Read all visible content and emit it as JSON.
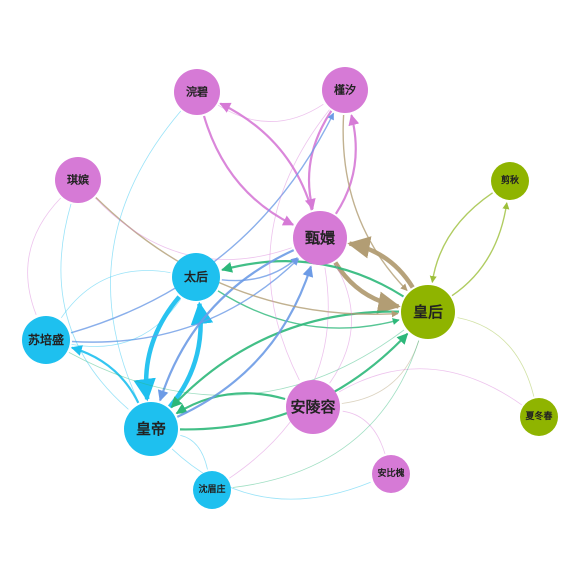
{
  "colors": {
    "emperor_side": "#1ec0ef",
    "zhenhuan_side": "#d67ad6",
    "empress_side": "#8fb400",
    "edge_green": "#2db87a",
    "edge_blue": "#6d9be6",
    "edge_tan": "#b29d74",
    "edge_lime": "#9cbf3a",
    "background": "#ffffff"
  },
  "nodes": [
    {
      "id": "wanbi",
      "label": "浣碧",
      "group": "zhenhuan_side",
      "size": "small"
    },
    {
      "id": "jinxi",
      "label": "槿汐",
      "group": "zhenhuan_side",
      "size": "small"
    },
    {
      "id": "peiyun",
      "label": "琪嫔",
      "group": "zhenhuan_side",
      "size": "small"
    },
    {
      "id": "jianqiu",
      "label": "剪秋",
      "group": "empress_side",
      "size": "xsmall"
    },
    {
      "id": "zhenhuan",
      "label": "甄嬛",
      "group": "zhenhuan_side",
      "size": "large"
    },
    {
      "id": "taihou",
      "label": "太后",
      "group": "emperor_side",
      "size": "medium"
    },
    {
      "id": "huanghou",
      "label": "皇后",
      "group": "empress_side",
      "size": "large"
    },
    {
      "id": "supeisheng",
      "label": "苏培盛",
      "group": "emperor_side",
      "size": "medium"
    },
    {
      "id": "anlingrong",
      "label": "安陵容",
      "group": "zhenhuan_side",
      "size": "large"
    },
    {
      "id": "xiadongchun",
      "label": "夏冬春",
      "group": "empress_side",
      "size": "xsmall"
    },
    {
      "id": "huangdi",
      "label": "皇帝",
      "group": "emperor_side",
      "size": "large"
    },
    {
      "id": "anbichi",
      "label": "安比槐",
      "group": "zhenhuan_side",
      "size": "xsmall"
    },
    {
      "id": "shenmeizhuang",
      "label": "沈眉庄",
      "group": "emperor_side",
      "size": "xsmall"
    }
  ],
  "edges": [
    {
      "from": "zhenhuan",
      "to": "huanghou",
      "color": "edge_tan",
      "weight": "heavy"
    },
    {
      "from": "huanghou",
      "to": "zhenhuan",
      "color": "edge_tan",
      "weight": "heavy"
    },
    {
      "from": "zhenhuan",
      "to": "wanbi",
      "color": "zhenhuan_side",
      "weight": "medium"
    },
    {
      "from": "wanbi",
      "to": "zhenhuan",
      "color": "zhenhuan_side",
      "weight": "medium"
    },
    {
      "from": "zhenhuan",
      "to": "jinxi",
      "color": "zhenhuan_side",
      "weight": "medium"
    },
    {
      "from": "jinxi",
      "to": "zhenhuan",
      "color": "zhenhuan_side",
      "weight": "medium"
    },
    {
      "from": "huangdi",
      "to": "taihou",
      "color": "emperor_side",
      "weight": "heavy"
    },
    {
      "from": "taihou",
      "to": "huangdi",
      "color": "emperor_side",
      "weight": "heavy"
    },
    {
      "from": "huangdi",
      "to": "supeisheng",
      "color": "emperor_side",
      "weight": "medium"
    },
    {
      "from": "huanghou",
      "to": "huangdi",
      "color": "edge_green",
      "weight": "medium"
    },
    {
      "from": "huangdi",
      "to": "huanghou",
      "color": "edge_green",
      "weight": "medium"
    },
    {
      "from": "anlingrong",
      "to": "huangdi",
      "color": "edge_green",
      "weight": "medium"
    },
    {
      "from": "huanghou",
      "to": "taihou",
      "color": "edge_green",
      "weight": "medium"
    },
    {
      "from": "taihou",
      "to": "huanghou",
      "color": "edge_green",
      "weight": "light"
    },
    {
      "from": "huangdi",
      "to": "zhenhuan",
      "color": "edge_blue",
      "weight": "medium"
    },
    {
      "from": "zhenhuan",
      "to": "huangdi",
      "color": "edge_blue",
      "weight": "medium"
    },
    {
      "from": "taihou",
      "to": "zhenhuan",
      "color": "edge_blue",
      "weight": "light"
    },
    {
      "from": "supeisheng",
      "to": "jinxi",
      "color": "edge_blue",
      "weight": "light"
    },
    {
      "from": "supeisheng",
      "to": "zhenhuan",
      "color": "edge_blue",
      "weight": "light"
    },
    {
      "from": "jinxi",
      "to": "huanghou",
      "color": "edge_tan",
      "weight": "light"
    },
    {
      "from": "peiyun",
      "to": "huanghou",
      "color": "edge_tan",
      "weight": "light"
    },
    {
      "from": "jianqiu",
      "to": "huanghou",
      "color": "edge_lime",
      "weight": "light"
    },
    {
      "from": "huanghou",
      "to": "jianqiu",
      "color": "edge_lime",
      "weight": "light"
    },
    {
      "from": "wanbi",
      "to": "jinxi",
      "color": "zhenhuan_side",
      "weight": "faint"
    },
    {
      "from": "peiyun",
      "to": "zhenhuan",
      "color": "zhenhuan_side",
      "weight": "faint"
    },
    {
      "from": "supeisheng",
      "to": "huanghou",
      "color": "edge_green",
      "weight": "faint"
    },
    {
      "from": "supeisheng",
      "to": "taihou",
      "color": "emperor_side",
      "weight": "faint"
    },
    {
      "from": "shenmeizhuang",
      "to": "huangdi",
      "color": "emperor_side",
      "weight": "faint"
    },
    {
      "from": "anlingrong",
      "to": "zhenhuan",
      "color": "zhenhuan_side",
      "weight": "faint"
    },
    {
      "from": "anbichi",
      "to": "anlingrong",
      "color": "zhenhuan_side",
      "weight": "faint"
    },
    {
      "from": "xiadongchun",
      "to": "huanghou",
      "color": "edge_lime",
      "weight": "faint"
    },
    {
      "from": "peiyun",
      "to": "supeisheng",
      "color": "zhenhuan_side",
      "weight": "faint"
    },
    {
      "from": "shenmeizhuang",
      "to": "zhenhuan",
      "color": "zhenhuan_side",
      "weight": "faint"
    },
    {
      "from": "anlingrong",
      "to": "huanghou",
      "color": "edge_tan",
      "weight": "faint"
    },
    {
      "from": "taihou",
      "to": "supeisheng",
      "color": "emperor_side",
      "weight": "faint"
    },
    {
      "from": "wanbi",
      "to": "huangdi",
      "color": "emperor_side",
      "weight": "faint"
    },
    {
      "from": "jinxi",
      "to": "anlingrong",
      "color": "zhenhuan_side",
      "weight": "faint"
    },
    {
      "from": "huangdi",
      "to": "anbichi",
      "color": "emperor_side",
      "weight": "faint"
    },
    {
      "from": "xiadongchun",
      "to": "anlingrong",
      "color": "zhenhuan_side",
      "weight": "faint"
    },
    {
      "from": "peiyun",
      "to": "huangdi",
      "color": "emperor_side",
      "weight": "faint"
    },
    {
      "from": "shenmeizhuang",
      "to": "huanghou",
      "color": "edge_green",
      "weight": "faint"
    }
  ]
}
